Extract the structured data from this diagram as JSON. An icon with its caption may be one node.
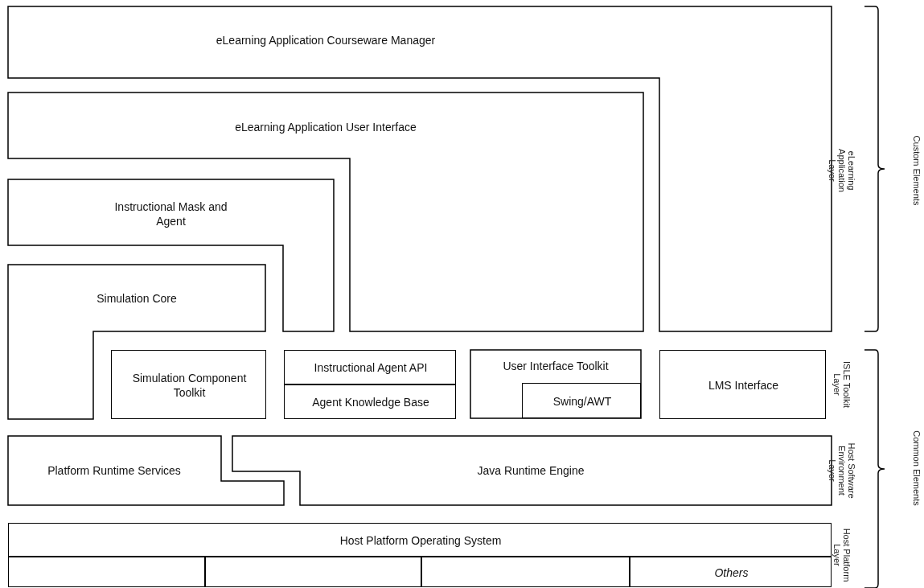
{
  "diagram": {
    "nodes": [
      {
        "text": [
          "eLearning Application Courseware Manager"
        ]
      },
      {
        "text": [
          "eLearning Application User Interface"
        ]
      },
      {
        "text": [
          "Instructional Mask and Agent"
        ]
      },
      {
        "text": [
          "Simulation Core"
        ]
      },
      {
        "text": [
          "Simulation Component Toolkit"
        ]
      },
      {
        "text": [
          "Instructional Agent API"
        ]
      },
      {
        "text": [
          "Agent Knowledge Base"
        ]
      },
      {
        "text": [
          "User Interface Toolkit"
        ]
      },
      {
        "text": [
          "Swing/AWT"
        ],
        "in": 7
      },
      {
        "text": [
          "LMS Interface"
        ]
      },
      {
        "text": [
          "Platform Runtime Services"
        ]
      },
      {
        "text": [
          "Java Runtime Engine"
        ]
      },
      {
        "text": [
          "Host Platform Operating System"
        ]
      },
      {
        "text": [],
        "shape": "box"
      },
      {
        "text": [],
        "shape": "box"
      },
      {
        "text": [],
        "shape": "box"
      },
      {
        "text": [
          "Others"
        ]
      }
    ],
    "labels": [
      "eLearning Application Layer",
      "Custom Elements",
      "ISLE Toolkit Layer",
      "Host Software Environment Layer",
      "Common Elements",
      "Host Platform Layer"
    ]
  }
}
